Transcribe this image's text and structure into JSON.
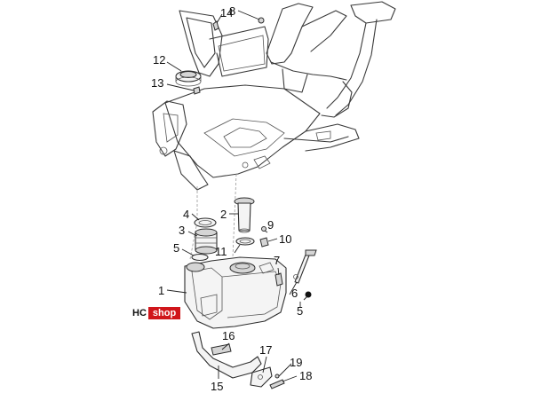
{
  "callouts": [
    {
      "id": "c1",
      "text": "1"
    },
    {
      "id": "c2",
      "text": "2"
    },
    {
      "id": "c3",
      "text": "3"
    },
    {
      "id": "c4",
      "text": "4"
    },
    {
      "id": "c5",
      "text": "5"
    },
    {
      "id": "c5b",
      "text": "5"
    },
    {
      "id": "c6",
      "text": "6"
    },
    {
      "id": "c7",
      "text": "7"
    },
    {
      "id": "c8",
      "text": "8"
    },
    {
      "id": "c9",
      "text": "9"
    },
    {
      "id": "c10",
      "text": "10"
    },
    {
      "id": "c11",
      "text": "11"
    },
    {
      "id": "c12",
      "text": "12"
    },
    {
      "id": "c13",
      "text": "13"
    },
    {
      "id": "c14",
      "text": "14"
    },
    {
      "id": "c15",
      "text": "15"
    },
    {
      "id": "c16",
      "text": "16"
    },
    {
      "id": "c17",
      "text": "17"
    },
    {
      "id": "c18",
      "text": "18"
    },
    {
      "id": "c19",
      "text": "19"
    }
  ],
  "watermark": {
    "hc": "HC",
    "shop": "shop"
  },
  "colors": {
    "line": "#3a3a3a",
    "watermark_red": "#d0161b"
  }
}
